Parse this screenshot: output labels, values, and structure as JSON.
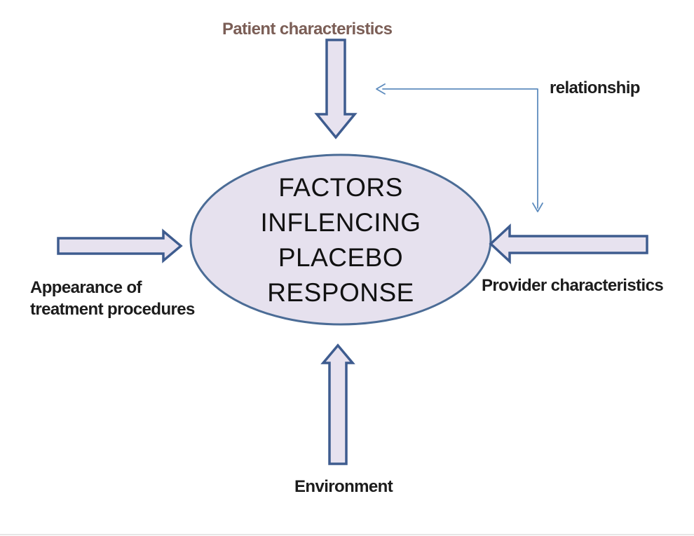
{
  "diagram": {
    "center": {
      "lines": [
        "FACTORS",
        "INFLENCING",
        "PLACEBO",
        "RESPONSE"
      ]
    },
    "nodes": {
      "patient": "Patient characteristics",
      "relationship": "relationship",
      "appearance_line1": "Appearance of",
      "appearance_line2": "treatment procedures",
      "provider": "Provider characteristics",
      "environment": "Environment"
    }
  },
  "colors": {
    "arrow_fill": "#E7E2EF",
    "arrow_stroke": "#3E5C8F",
    "ellipse_fill": "#E6E1EE",
    "ellipse_stroke": "#4B6C96",
    "connector": "#5E8CBE",
    "patient_text": "#7B5E56",
    "label_text": "#1C1C1C",
    "center_text": "#111111"
  }
}
